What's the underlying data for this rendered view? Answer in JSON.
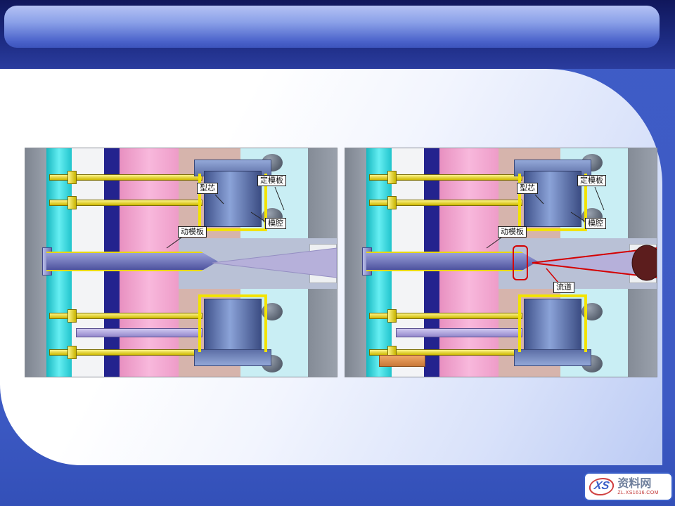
{
  "slide": {
    "colors": {
      "background": "#3d5ac4",
      "top_band": "#19246e",
      "pill_gradient_top": "#aebef2",
      "panel": "#ffffff",
      "runner_outline": "#d40000",
      "cavity_outline": "#f2e300",
      "watermark_border": "#3a5fc8"
    }
  },
  "diagrams": {
    "labels": {
      "core": "型芯",
      "fixed_plate": "定模板",
      "cavity": "模腔",
      "moving_plate": "动模板",
      "runner": "流道"
    }
  },
  "watermark": {
    "logo_text": "XS",
    "site_name": "资料网",
    "site_url": "ZL.XS1616.COM"
  }
}
